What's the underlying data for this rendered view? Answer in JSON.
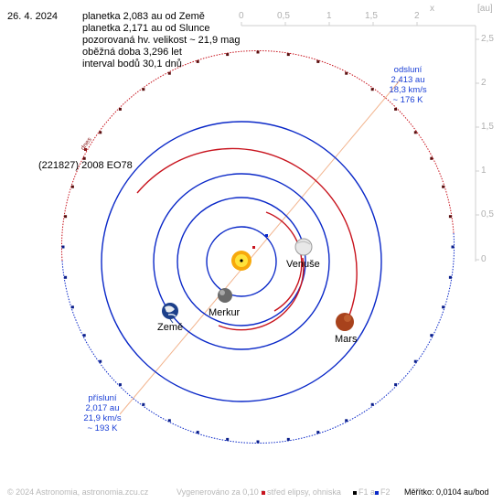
{
  "header": {
    "date": "26. 4. 2024",
    "info_lines": [
      "planetka 2,083 au od Země",
      "planetka 2,171 au od Slunce",
      "pozorovaná hv. velikost ~ 21,9 mag",
      "oběžná doba 3,296 let",
      "interval bodů 30,1 dnů"
    ]
  },
  "object_name": "(221827) 2008 EO78",
  "today_marker": "dnes",
  "aphelion": {
    "title": "odsluní",
    "distance": "2,413 au",
    "speed": "18,3 km/s",
    "temperature": "~ 176 K"
  },
  "perihelion": {
    "title": "přísluní",
    "distance": "2,017 au",
    "speed": "21,9 km/s",
    "temperature": "~ 193 K"
  },
  "planets": {
    "venus": "Venuše",
    "earth": "Země",
    "mercury": "Merkur",
    "mars": "Mars"
  },
  "axis": {
    "x_ticks": [
      "0",
      "0,5",
      "1",
      "1,5",
      "2"
    ],
    "y_ticks": [
      "2,5",
      "2",
      "1,5",
      "1",
      "0,5",
      "0"
    ],
    "x_label": "x",
    "unit": "[au]"
  },
  "footer": {
    "copyright": "© 2024 Astronomia, astronomia.zcu.cz",
    "generated": "Vygenerováno za 0,10 s",
    "ellipse_center": "střed elipsy, ohniska",
    "f1": "F1 a",
    "f2": "F2",
    "scale": "Měřítko: 0,0104 au/bod"
  },
  "colors": {
    "asteroid_orbit": "#c8141e",
    "planet_orbit": "#0a28c8",
    "apsis_line": "#f0b08a",
    "axis": "#c8c8c8",
    "label_blue": "#1a3fd6"
  }
}
